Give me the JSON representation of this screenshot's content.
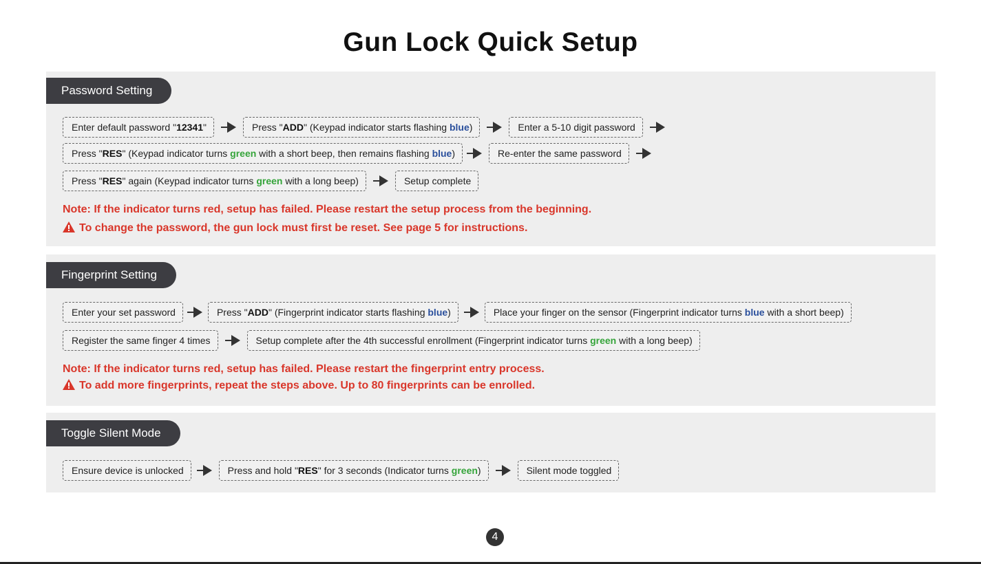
{
  "title": "Gun Lock Quick Setup",
  "password": {
    "header": "Password Setting",
    "row1": {
      "s1_pre": "Enter default password \"",
      "s1_code": "12341",
      "s1_post": "\"",
      "s2_pre": "Press \"",
      "s2_key": "ADD",
      "s2_mid": "\" (Keypad indicator starts flashing ",
      "s2_color": "blue",
      "s2_post": ")",
      "s3": "Enter a 5-10 digit password"
    },
    "row2": {
      "s1_pre": "Press \"",
      "s1_key": "RES",
      "s1_mid": "\" (Keypad indicator turns ",
      "s1_green": "green",
      "s1_mid2": " with a short beep, then remains flashing ",
      "s1_blue": "blue",
      "s1_post": ")",
      "s2": "Re-enter the same password"
    },
    "row3": {
      "s1_pre": "Press \"",
      "s1_key": "RES",
      "s1_mid": "\" again (Keypad indicator turns ",
      "s1_green": "green",
      "s1_post": " with a long beep)",
      "s2": "Setup complete"
    },
    "note": "Note: If the indicator turns red, setup has failed. Please restart the setup process from the beginning.",
    "warning": "To change the password, the gun lock must first be reset. See page 5 for instructions."
  },
  "fingerprint": {
    "header": "Fingerprint Setting",
    "row1": {
      "s1": "Enter your set password",
      "s2_pre": "Press \"",
      "s2_key": "ADD",
      "s2_mid": "\" (Fingerprint indicator starts flashing ",
      "s2_blue": "blue",
      "s2_post": ")",
      "s3_pre": "Place your finger on the sensor (Fingerprint indicator turns ",
      "s3_blue": "blue",
      "s3_post": " with a short beep)"
    },
    "row2": {
      "s1": "Register the same finger 4 times",
      "s2_pre": "Setup complete after the 4th successful enrollment (Fingerprint indicator turns ",
      "s2_green": "green",
      "s2_post": " with a long beep)"
    },
    "note": "Note: If the indicator turns red, setup has failed. Please restart the fingerprint entry process.",
    "warning": "To add more fingerprints, repeat the steps above. Up to 80 fingerprints can be enrolled."
  },
  "silent": {
    "header": "Toggle Silent Mode",
    "row1": {
      "s1": "Ensure device is unlocked",
      "s2_pre": "Press and hold \"",
      "s2_key": "RES",
      "s2_mid": "\" for 3 seconds  (Indicator turns ",
      "s2_green": "green",
      "s2_post": ")",
      "s3": "Silent mode toggled"
    }
  },
  "page_number": "4",
  "colors": {
    "header_bg": "#3d3d42",
    "note_red": "#d9362a",
    "blue": "#2a4f9c",
    "green": "#35a43a"
  }
}
